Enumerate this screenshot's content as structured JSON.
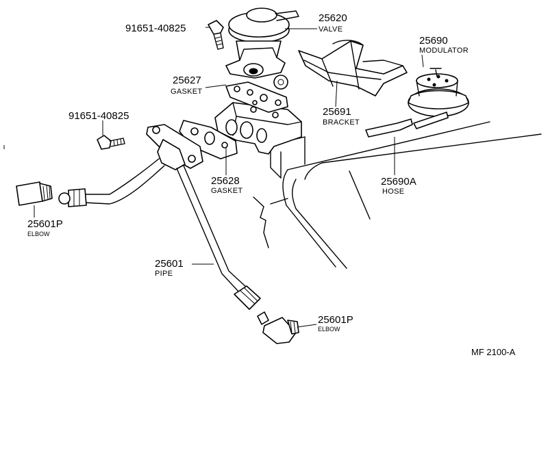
{
  "labels": {
    "valve": {
      "number": "25620",
      "name": "VALVE"
    },
    "bolt_top": {
      "number": "91651-40825"
    },
    "modulator": {
      "number": "25690",
      "name": "MODULATOR"
    },
    "gasket_upper": {
      "number": "25627",
      "name": "GASKET"
    },
    "bracket": {
      "number": "25691",
      "name": "BRACKET"
    },
    "bolt_left": {
      "number": "91651-40825"
    },
    "gasket_lower": {
      "number": "25628",
      "name": "GASKET"
    },
    "hose": {
      "number": "25690A",
      "name": "HOSE"
    },
    "elbow_left": {
      "number": "25601P",
      "name": "ELBOW"
    },
    "pipe": {
      "number": "25601",
      "name": "PIPE"
    },
    "elbow_right": {
      "number": "25601P",
      "name": "ELBOW"
    }
  },
  "reference": "MF 2100-A"
}
